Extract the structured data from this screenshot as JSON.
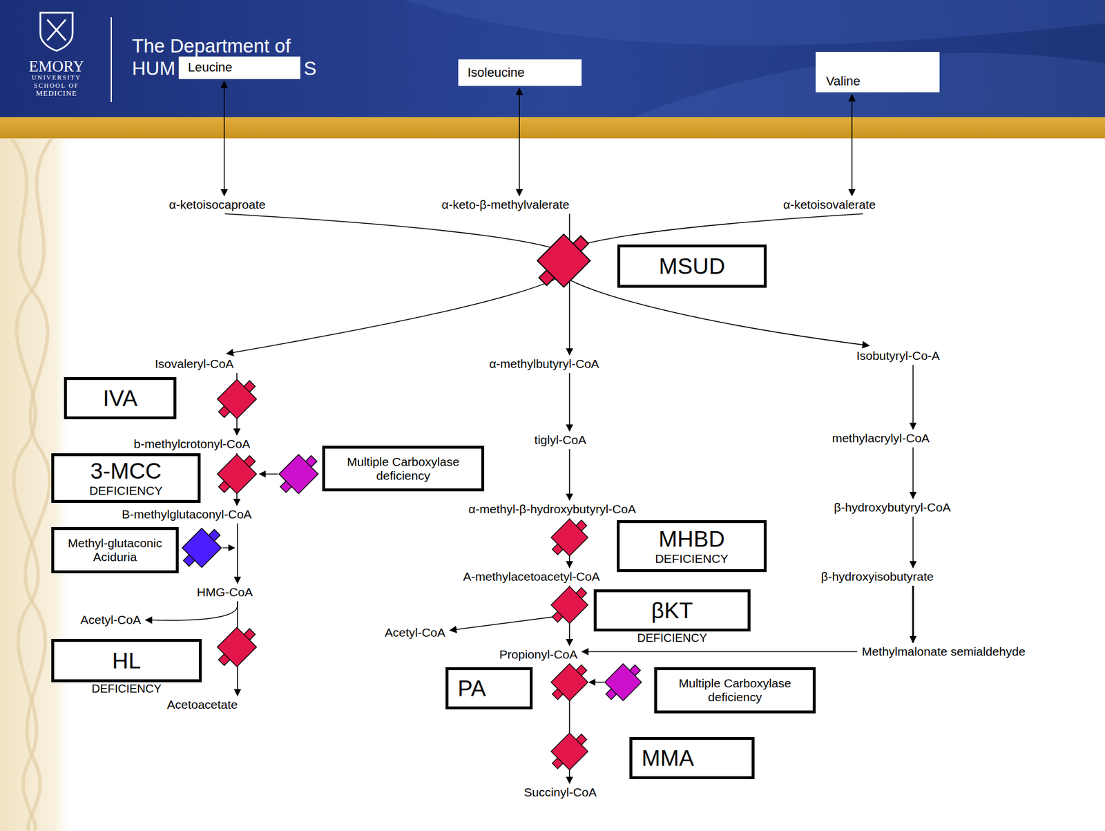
{
  "diagram": {
    "nodes": [
      {
        "text": [
          "Leucine"
        ]
      },
      {
        "text": [
          "Isoleucine"
        ]
      },
      {
        "text": [
          "Valine"
        ]
      },
      {
        "text": [
          "α-ketoisocaproate"
        ]
      },
      {
        "text": [
          "α-keto-β-methylvalerate"
        ]
      },
      {
        "text": [
          "α-ketoisovalerate"
        ]
      },
      {
        "text": [
          "MSUD"
        ]
      },
      {
        "text": [
          "Isovaleryl-CoA"
        ]
      },
      {
        "text": [
          "α-methylbutyryl-CoA"
        ]
      },
      {
        "text": [
          "Isobutyryl-Co-A"
        ]
      },
      {
        "text": [
          "IVA"
        ]
      },
      {
        "text": [
          "b-methylcrotonyl-CoA"
        ]
      },
      {
        "text": [
          "tiglyl-CoA"
        ]
      },
      {
        "text": [
          "methylacrylyl-CoA"
        ]
      },
      {
        "text": [
          "3-MCC",
          "DEFICIENCY"
        ]
      },
      {
        "text": [
          "Multiple Carboxylase deficiency"
        ]
      },
      {
        "text": [
          "B-methylglutaconyl-CoA"
        ]
      },
      {
        "text": [
          "α-methyl-β-hydroxybutyryl-CoA"
        ]
      },
      {
        "text": [
          "β-hydroxybutyryl-CoA"
        ]
      },
      {
        "text": [
          "Methyl-glutaconic Aciduria"
        ]
      },
      {
        "text": [
          "MHBD",
          "DEFICIENCY"
        ]
      },
      {
        "text": [
          "A-methylacetoacetyl-CoA"
        ]
      },
      {
        "text": [
          "β-hydroxyisobutyrate"
        ]
      },
      {
        "text": [
          "HMG-CoA"
        ]
      },
      {
        "text": [
          "Acetyl-CoA"
        ]
      },
      {
        "text": [
          "βKT",
          "DEFICIENCY"
        ]
      },
      {
        "text": [
          "Acetyl-CoA"
        ]
      },
      {
        "text": [
          "Methylmalonate semialdehyde"
        ]
      },
      {
        "text": [
          "HL",
          "DEFICIENCY"
        ]
      },
      {
        "text": [
          "Propionyl-CoA"
        ]
      },
      {
        "text": [
          "PA"
        ]
      },
      {
        "text": [
          "Multiple Carboxylase deficiency"
        ]
      },
      {
        "text": [
          "Acetoacetate"
        ]
      },
      {
        "text": [
          "MMA"
        ]
      },
      {
        "text": [
          "Succinyl-CoA"
        ]
      }
    ],
    "edges": [
      {
        "from": 0,
        "to": 3,
        "arrow": "both"
      },
      {
        "from": 1,
        "to": 4,
        "arrow": "both"
      },
      {
        "from": 2,
        "to": 5,
        "arrow": "both"
      },
      {
        "from": 3,
        "to": 7,
        "arrow": "to"
      },
      {
        "from": 4,
        "to": 8,
        "arrow": "to"
      },
      {
        "from": 5,
        "to": 9,
        "arrow": "to"
      },
      {
        "from": 7,
        "to": 11,
        "arrow": "to"
      },
      {
        "from": 11,
        "to": 16,
        "arrow": "to"
      },
      {
        "from": 16,
        "to": 23,
        "arrow": "to"
      },
      {
        "from": 23,
        "to": 24,
        "arrow": "to"
      },
      {
        "from": 23,
        "to": 32,
        "arrow": "to"
      },
      {
        "from": 8,
        "to": 12,
        "arrow": "to"
      },
      {
        "from": 12,
        "to": 17,
        "arrow": "to"
      },
      {
        "from": 17,
        "to": 21,
        "arrow": "to"
      },
      {
        "from": 21,
        "to": 26,
        "arrow": "to"
      },
      {
        "from": 21,
        "to": 29,
        "arrow": "to"
      },
      {
        "from": 29,
        "to": 34,
        "arrow": "to"
      },
      {
        "from": 9,
        "to": 13,
        "arrow": "to"
      },
      {
        "from": 13,
        "to": 18,
        "arrow": "to"
      },
      {
        "from": 18,
        "to": 22,
        "arrow": "to"
      },
      {
        "from": 22,
        "to": 27,
        "arrow": "to"
      },
      {
        "from": 27,
        "to": 29,
        "arrow": "to"
      }
    ],
    "labels": [
      "EMORY",
      "UNIVERSITY",
      "SCHOOL OF",
      "MEDICINE",
      "The Department of",
      "HUM",
      "S"
    ]
  }
}
